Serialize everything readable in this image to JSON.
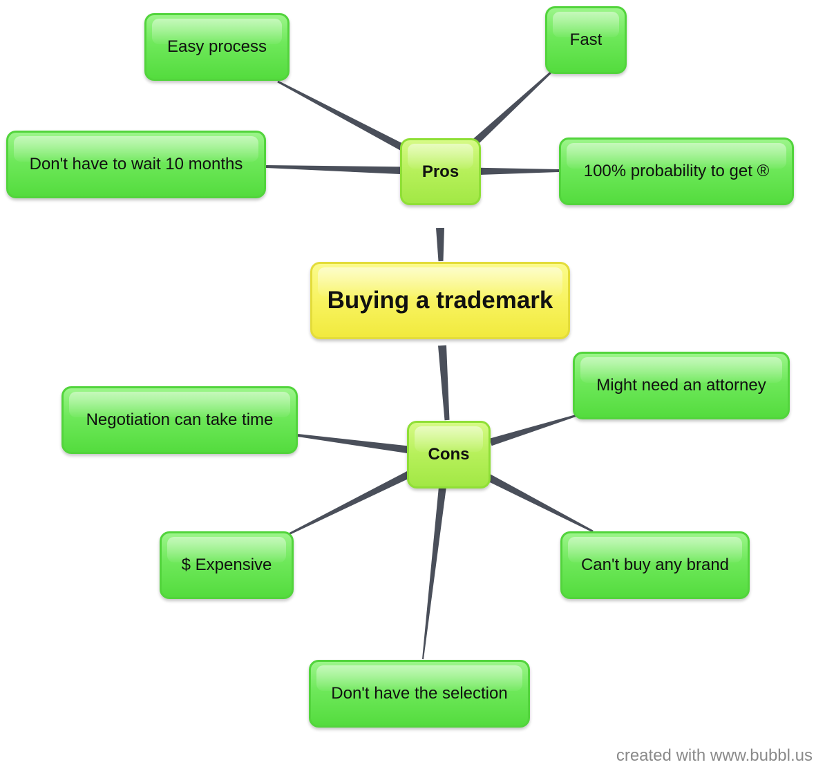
{
  "colors": {
    "link": "#4a4f5a",
    "leaf": "#6ee85a",
    "branch": "#b6f05a",
    "root": "#f7f25c",
    "credit": "#8a8a8a"
  },
  "diagram": {
    "root": "Buying a trademark",
    "pros": {
      "label": "Pros",
      "items": [
        "Easy process",
        "Fast",
        "Don't have to wait 10 months",
        "100% probability to get ®"
      ]
    },
    "cons": {
      "label": "Cons",
      "items": [
        "Might need an attorney",
        "Negotiation can take time",
        "$ Expensive",
        "Can't buy any brand",
        "Don't have the selection"
      ]
    }
  },
  "credit": "created with www.bubbl.us"
}
